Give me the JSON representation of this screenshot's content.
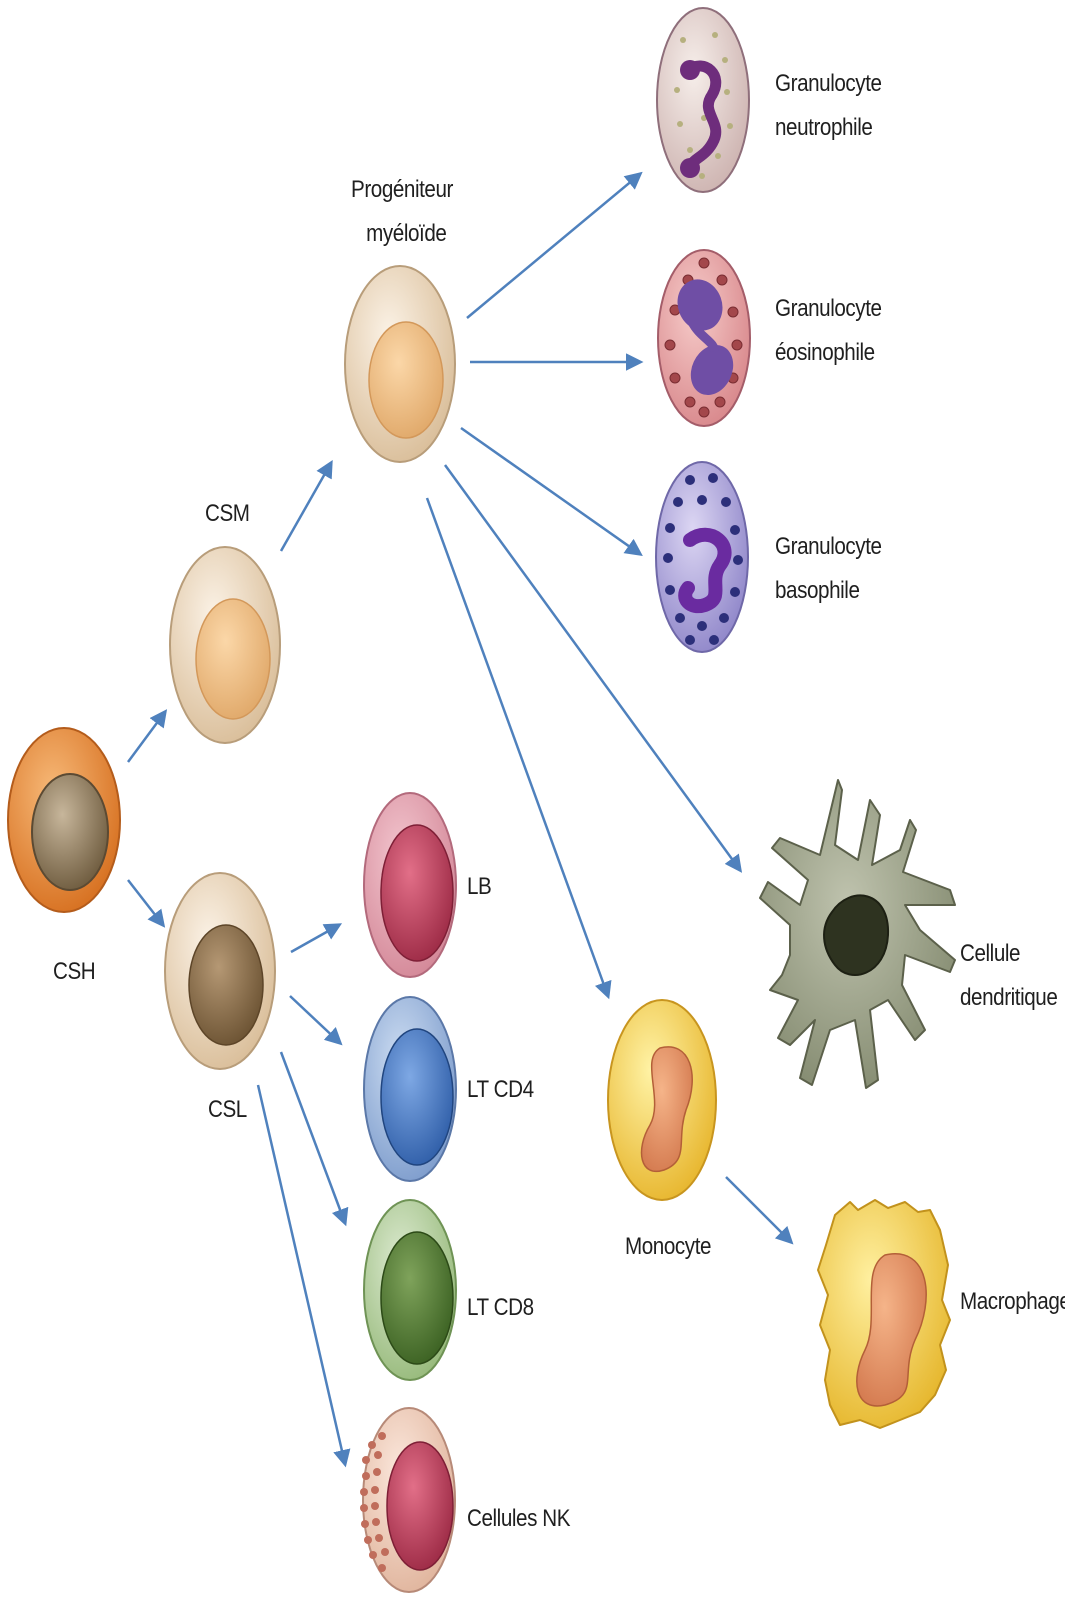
{
  "cells": {
    "csh": {
      "label": "CSH"
    },
    "csm": {
      "label": "CSM"
    },
    "csl": {
      "label": "CSL"
    },
    "myeloid_progenitor": {
      "label_line1": "Progéniteur",
      "label_line2": "myéloïde"
    },
    "neutrophil": {
      "label_line1": "Granulocyte",
      "label_line2": "neutrophile"
    },
    "eosinophil": {
      "label_line1": "Granulocyte",
      "label_line2": "éosinophile"
    },
    "basophil": {
      "label_line1": "Granulocyte",
      "label_line2": "basophile"
    },
    "dendritic": {
      "label_line1": "Cellule",
      "label_line2": "dendritique"
    },
    "monocyte": {
      "label": "Monocyte"
    },
    "macrophage": {
      "label": "Macrophage"
    },
    "lb": {
      "label": "LB"
    },
    "lt_cd4": {
      "label": "LT CD4"
    },
    "lt_cd8": {
      "label": "LT CD8"
    },
    "nk": {
      "label": "Cellules NK"
    }
  },
  "colors": {
    "arrow": "#4f81bd",
    "csh": "#e2883a",
    "csm": "#e8c9a6",
    "csl": "#d7b995",
    "progenitor": "#f2dcc0",
    "neutrophil": "#e7d3d0",
    "eosinophil": "#e7a3a4",
    "basophil": "#b4addf",
    "dendritic": "#9ca18c",
    "monocyte": "#f3cf4a",
    "macrophage": "#f2d24c",
    "lb": "#e6a0ad",
    "lt_cd4": "#9cb6dc",
    "lt_cd8": "#b2cf97",
    "nk": "#f1ccb9"
  }
}
